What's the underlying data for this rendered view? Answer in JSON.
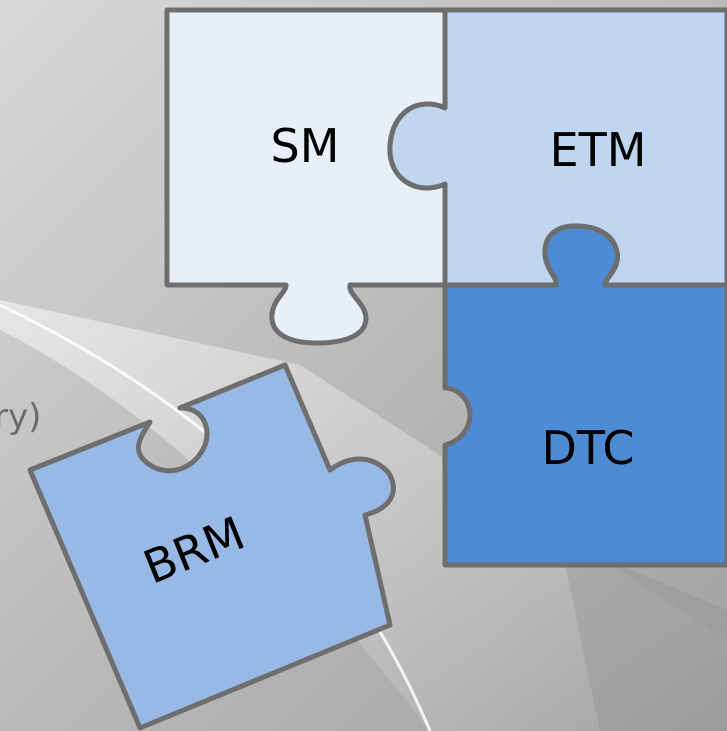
{
  "diagram": {
    "edge_text": "ry)",
    "pieces": [
      {
        "id": "sm",
        "label": "SM",
        "color": "#e8eff8"
      },
      {
        "id": "etm",
        "label": "ETM",
        "color": "#c0d5ef"
      },
      {
        "id": "dtc",
        "label": "DTC",
        "color": "#4f8ad4"
      },
      {
        "id": "brm",
        "label": "BRM",
        "color": "#98b9e5"
      }
    ],
    "colors": {
      "outline": "#6e6e6e",
      "background_light": "#d2d2d2",
      "background_dark": "#9c9c9c"
    }
  }
}
